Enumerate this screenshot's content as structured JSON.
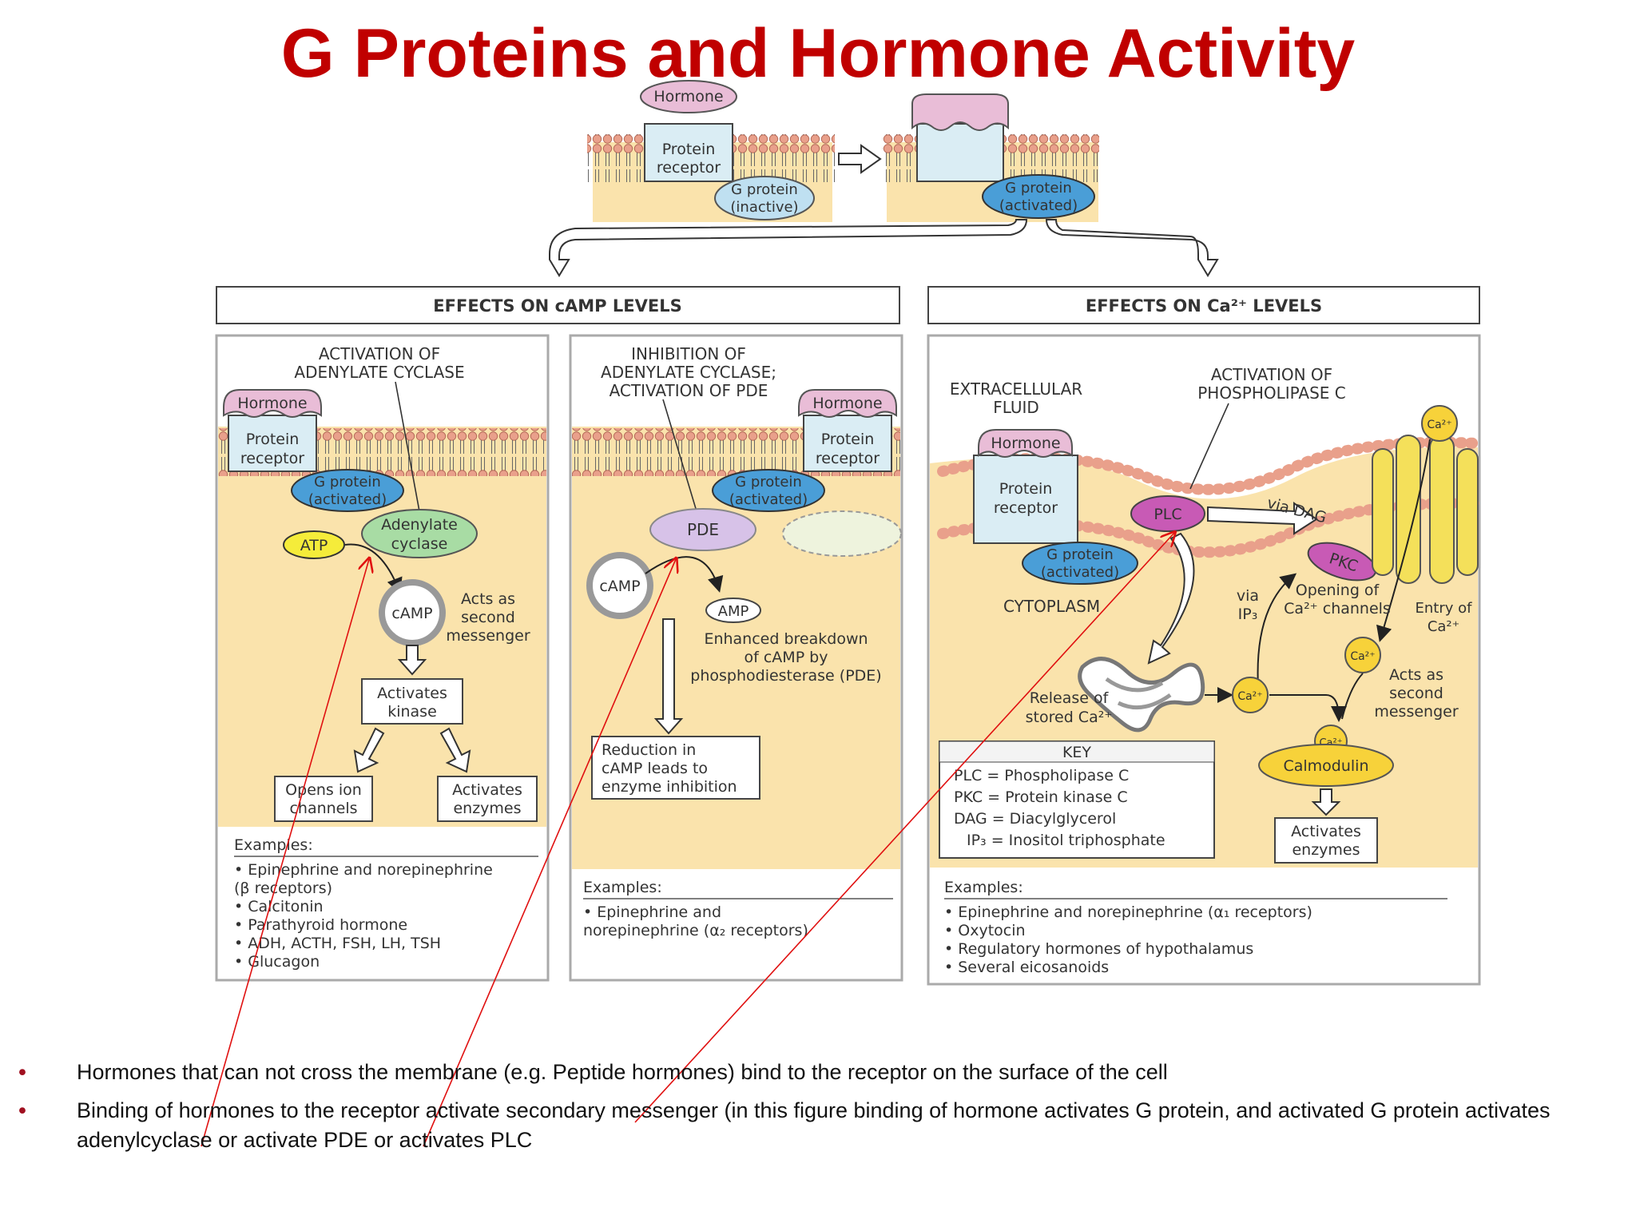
{
  "title": "G Proteins and Hormone Activity",
  "top": {
    "hormone": "Hormone",
    "receptor": [
      "Protein",
      "receptor"
    ],
    "g_inactive": [
      "G protein",
      "(inactive)"
    ],
    "g_active": [
      "G protein",
      "(activated)"
    ]
  },
  "headers": {
    "camp": "EFFECTS ON cAMP LEVELS",
    "ca": "EFFECTS ON Ca²⁺ LEVELS"
  },
  "panel1": {
    "heading": [
      "ACTIVATION OF",
      "ADENYLATE CYCLASE"
    ],
    "hormone": "Hormone",
    "receptor": [
      "Protein",
      "receptor"
    ],
    "gprotein": [
      "G protein",
      "(activated)"
    ],
    "enzyme": [
      "Adenylate",
      "cyclase"
    ],
    "atp": "ATP",
    "camp": "cAMP",
    "second": [
      "Acts as",
      "second",
      "messenger"
    ],
    "kinase": [
      "Activates",
      "kinase"
    ],
    "opens": [
      "Opens ion",
      "channels"
    ],
    "activates": [
      "Activates",
      "enzymes"
    ],
    "examples_title": "Examples:",
    "examples": [
      "• Epinephrine and norepinephrine",
      "   (β receptors)",
      "• Calcitonin",
      "• Parathyroid hormone",
      "• ADH, ACTH, FSH, LH, TSH",
      "• Glucagon"
    ]
  },
  "panel2": {
    "heading": [
      "INHIBITION OF",
      "ADENYLATE CYCLASE;",
      "ACTIVATION OF PDE"
    ],
    "hormone": "Hormone",
    "receptor": [
      "Protein",
      "receptor"
    ],
    "gprotein": [
      "G protein",
      "(activated)"
    ],
    "pde": "PDE",
    "camp": "cAMP",
    "amp": "AMP",
    "breakdown": [
      "Enhanced breakdown",
      "of cAMP by",
      "phosphodiesterase (PDE)"
    ],
    "reduction": [
      "Reduction in",
      "cAMP leads to",
      "enzyme inhibition"
    ],
    "examples_title": "Examples:",
    "examples": [
      "• Epinephrine and",
      "   norepinephrine (α₂ receptors)"
    ]
  },
  "panel3": {
    "extracellular": [
      "EXTRACELLULAR",
      "FLUID"
    ],
    "heading": [
      "ACTIVATION OF",
      "PHOSPHOLIPASE C"
    ],
    "hormone": "Hormone",
    "receptor": [
      "Protein",
      "receptor"
    ],
    "gprotein": [
      "G protein",
      "(activated)"
    ],
    "plc": "PLC",
    "pkc": "PKC",
    "via_dag": "via DAG",
    "via_ip3": [
      "via",
      "IP₃"
    ],
    "cytoplasm": "CYTOPLASM",
    "opening": [
      "Opening of",
      "Ca²⁺ channels"
    ],
    "entry": [
      "Entry of",
      "Ca²⁺"
    ],
    "ca": "Ca²⁺",
    "release": [
      "Release of",
      "stored Ca²⁺"
    ],
    "second": [
      "Acts as",
      "second",
      "messenger"
    ],
    "calmodulin": "Calmodulin",
    "activates": [
      "Activates",
      "enzymes"
    ],
    "key_title": "KEY",
    "key": [
      "PLC = Phospholipase C",
      "PKC = Protein kinase C",
      "DAG = Diacylglycerol",
      "IP₃ = Inositol triphosphate"
    ],
    "examples_title": "Examples:",
    "examples": [
      "• Epinephrine and norepinephrine (α₁ receptors)",
      "• Oxytocin",
      "• Regulatory hormones of hypothalamus",
      "• Several eicosanoids"
    ]
  },
  "bullets": [
    "Hormones that can not cross the membrane (e.g. Peptide hormones) bind to the receptor on the surface of the cell",
    "Binding of hormones to the receptor activate secondary messenger (in this figure binding of hormone activates G protein, and activated G protein activates adenylcyclase  or activate PDE or activates PLC"
  ]
}
